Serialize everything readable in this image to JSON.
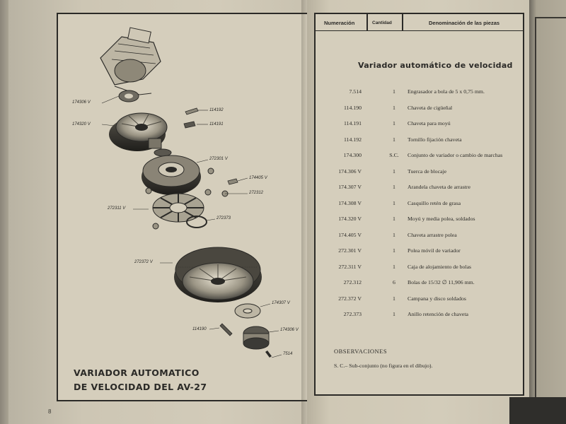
{
  "left_page": {
    "caption_line1": "VARIADOR AUTOMATICO",
    "caption_line2": "DE VELOCIDAD DEL AV-27",
    "page_number": "8",
    "labels": {
      "l174306v_top": "174306 V",
      "l114192": "114192",
      "l174320v": "174320 V",
      "l114191": "114191",
      "l272301v": "272301 V",
      "l174405v": "174405 V",
      "l272312": "272312",
      "l272311v": "272311 V",
      "l272373": "272373",
      "l272372v": "272372 V",
      "l174307v": "174307 V",
      "l114190": "114190",
      "l174306v_bottom": "174306 V",
      "l7514": "7514"
    }
  },
  "right_page": {
    "header": {
      "col_numeracion": "Numeración",
      "col_cantidad": "Cantidad",
      "col_denominacion": "Denominación de las piezas"
    },
    "section_title": "Variador automático de velocidad",
    "rows": [
      {
        "num": "7.514",
        "qty": "1",
        "desc": "Engrasador a bola de 5 x 0,75 mm."
      },
      {
        "num": "114.190",
        "qty": "1",
        "desc": "Chaveta de cigüeñal"
      },
      {
        "num": "114.191",
        "qty": "1",
        "desc": "Chaveta para moyú"
      },
      {
        "num": "114.192",
        "qty": "1",
        "desc": "Tornillo fijación chaveta"
      },
      {
        "num": "174.300",
        "qty": "S.C.",
        "desc": "Conjunto de variador o cambio de marchas"
      },
      {
        "num": "174.306 V",
        "qty": "1",
        "desc": "Tuerca de blocaje"
      },
      {
        "num": "174.307 V",
        "qty": "1",
        "desc": "Arandela chaveta de arrastre"
      },
      {
        "num": "174.308 V",
        "qty": "1",
        "desc": "Casquillo retén de grasa"
      },
      {
        "num": "174.320 V",
        "qty": "1",
        "desc": "Moyú y media polea, soldados"
      },
      {
        "num": "174.405 V",
        "qty": "1",
        "desc": "Chaveta arrastre polea"
      },
      {
        "num": "272.301 V",
        "qty": "1",
        "desc": "Polea móvil de variador"
      },
      {
        "num": "272.311 V",
        "qty": "1",
        "desc": "Caja de alojamiento de bolas"
      },
      {
        "num": "272.312",
        "qty": "6",
        "desc": "Bolas de 15/32 ∅ 11,906 mm."
      },
      {
        "num": "272.372 V",
        "qty": "1",
        "desc": "Campana y disco soldados"
      },
      {
        "num": "272.373",
        "qty": "1",
        "desc": "Anillo retención de chaveta"
      }
    ],
    "observaciones_title": "OBSERVACIONES",
    "observaciones_text": "S. C.– Sub-conjunto (no figura en el dibujo)."
  }
}
